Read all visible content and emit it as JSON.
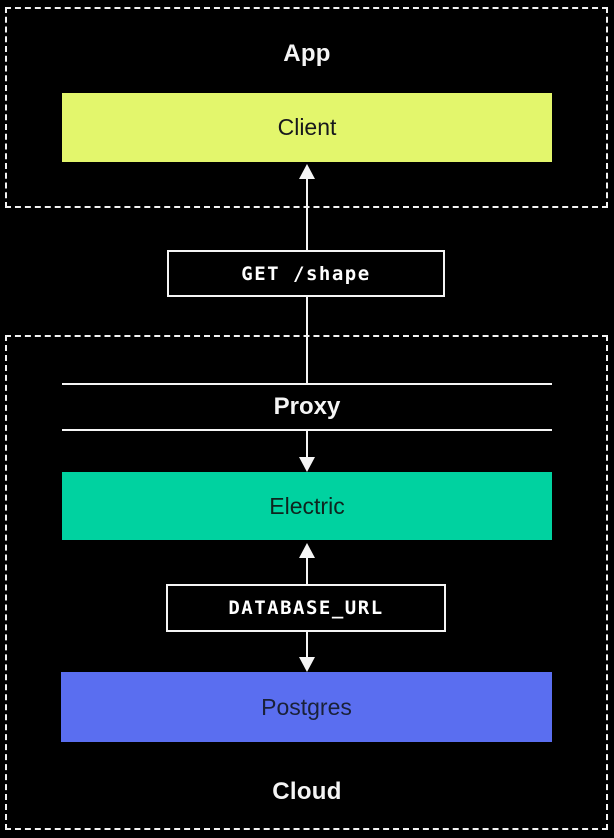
{
  "diagram": {
    "background": "#000000",
    "arrow_color": "#f5f5f5",
    "app_group": {
      "label": "App",
      "border_color": "#f2f2f2",
      "label_color": "#f5f5f5"
    },
    "cloud_group": {
      "label": "Cloud",
      "border_color": "#f2f2f2",
      "label_color": "#f5f5f5"
    },
    "nodes": {
      "client": {
        "label": "Client",
        "fill": "#e3f66c",
        "text_color": "#17181c"
      },
      "proxy": {
        "label": "Proxy",
        "line_color": "#f5f5f5",
        "text_color": "#f5f5f5"
      },
      "electric": {
        "label": "Electric",
        "fill": "#00d2a0",
        "text_color": "#0e241e"
      },
      "postgres": {
        "label": "Postgres",
        "fill": "#5a6ef0",
        "text_color": "#1a2138"
      }
    },
    "edge_labels": {
      "get_shape": {
        "label": "GET /shape",
        "background": "#000000",
        "border_color": "#f5f5f5",
        "text_color": "#ffffff"
      },
      "database_url": {
        "label": "DATABASE_URL",
        "background": "#000000",
        "border_color": "#f5f5f5",
        "text_color": "#ffffff"
      }
    }
  }
}
